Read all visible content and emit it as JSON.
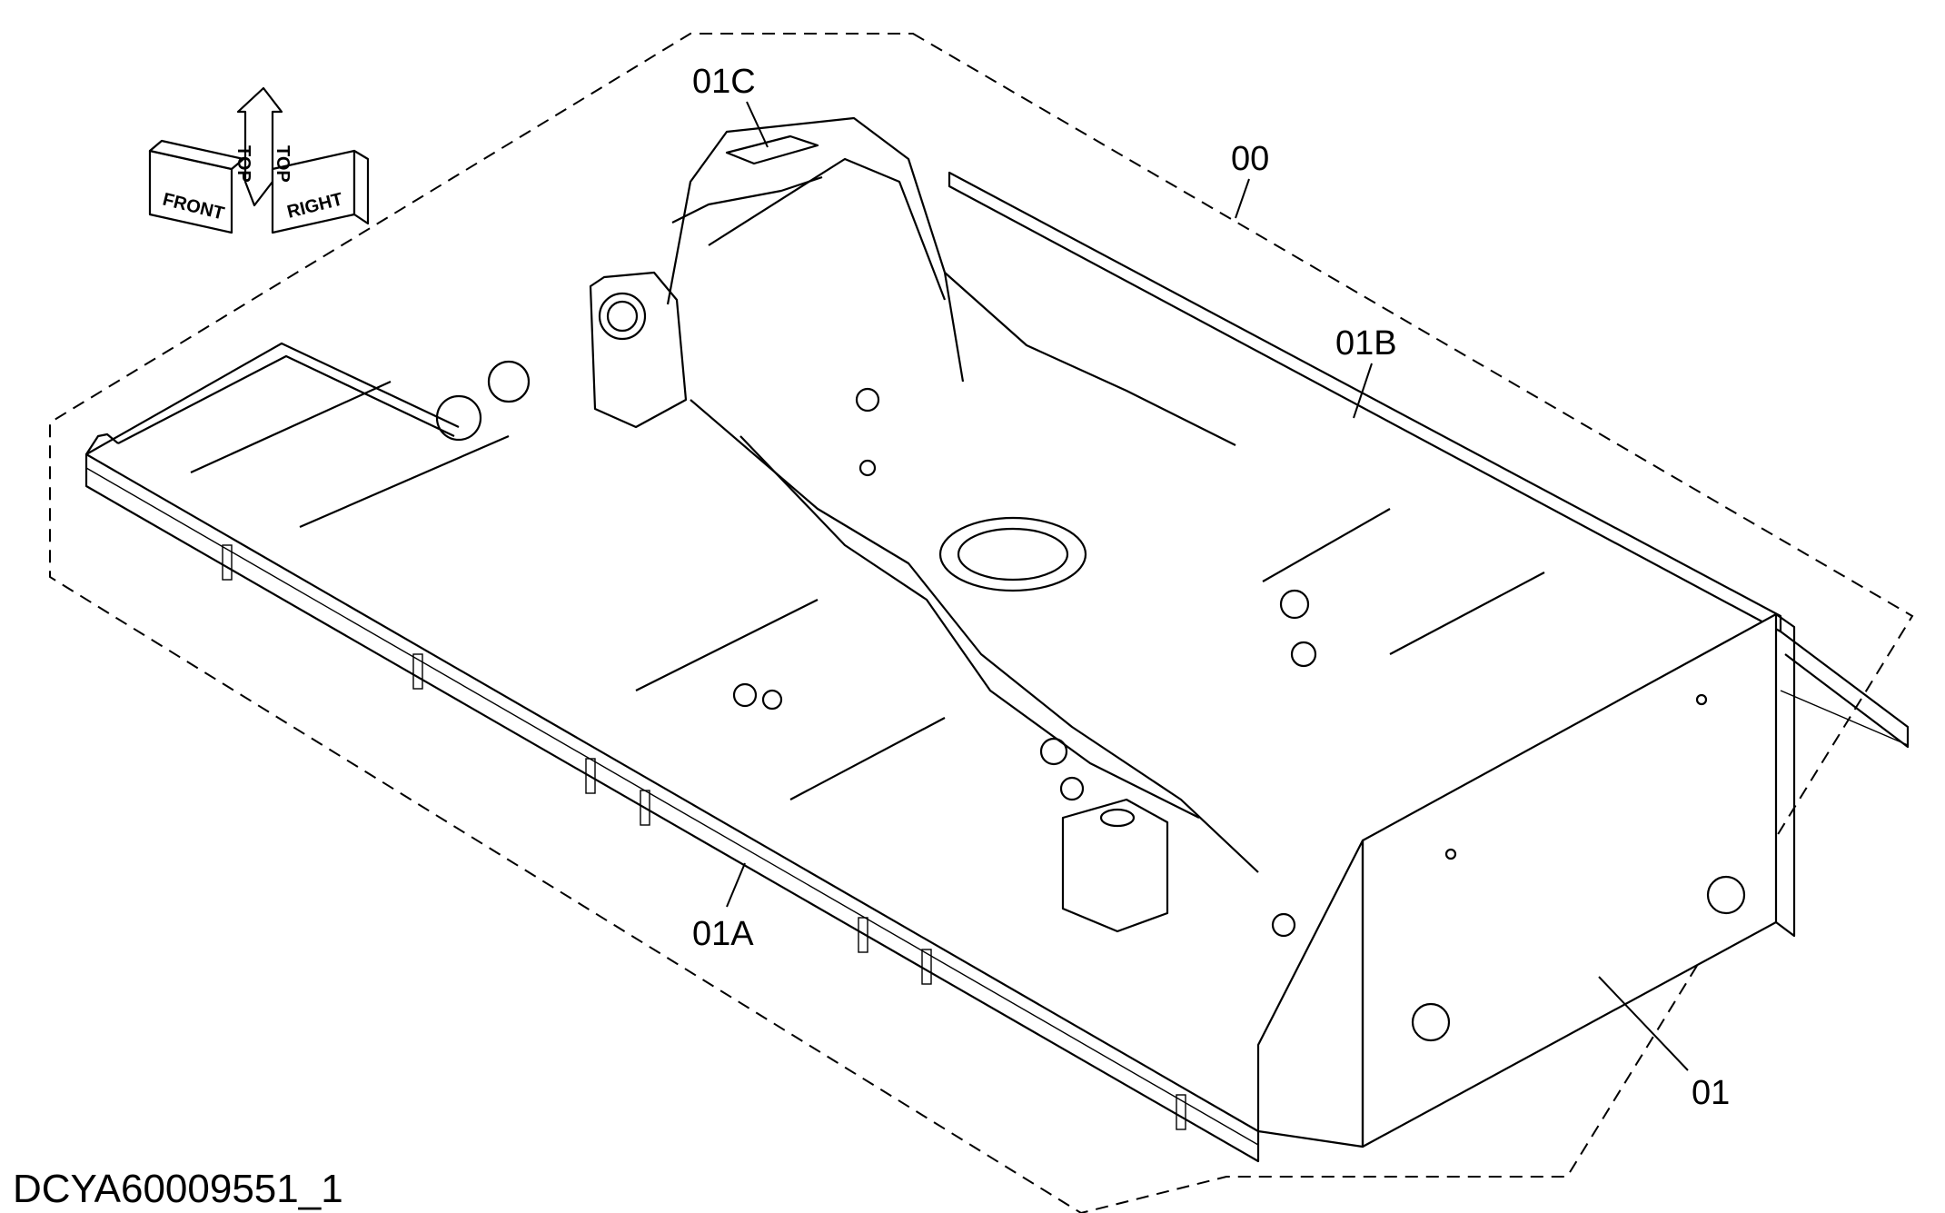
{
  "drawing": {
    "id": "DCYA60009551_1",
    "orientation_labels": {
      "front": "FRONT",
      "top": "TOP",
      "right": "RIGHT"
    },
    "callouts": [
      {
        "id": "00",
        "label": "00"
      },
      {
        "id": "01",
        "label": "01"
      },
      {
        "id": "01A",
        "label": "01A"
      },
      {
        "id": "01B",
        "label": "01B"
      },
      {
        "id": "01C",
        "label": "01C"
      }
    ]
  }
}
